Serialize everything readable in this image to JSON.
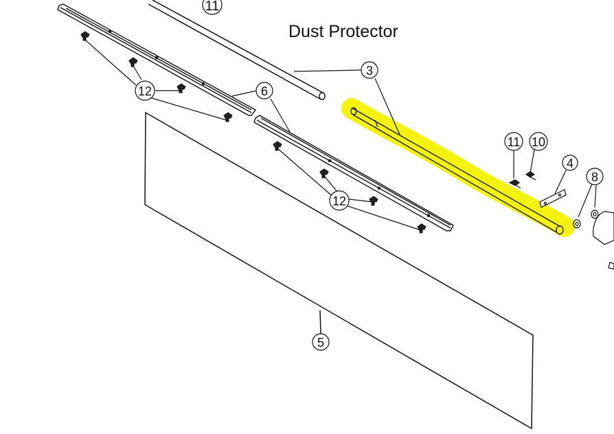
{
  "diagram": {
    "title": "Dust Protector",
    "callouts": {
      "c11_top": "11",
      "c3": "3",
      "c6": "6",
      "c12_left": "12",
      "c12_mid": "12",
      "c11_right": "11",
      "c10": "10",
      "c4": "4",
      "c8": "8",
      "c5": "5"
    },
    "colors": {
      "highlight": "#f2f200",
      "line": "#111111"
    }
  }
}
